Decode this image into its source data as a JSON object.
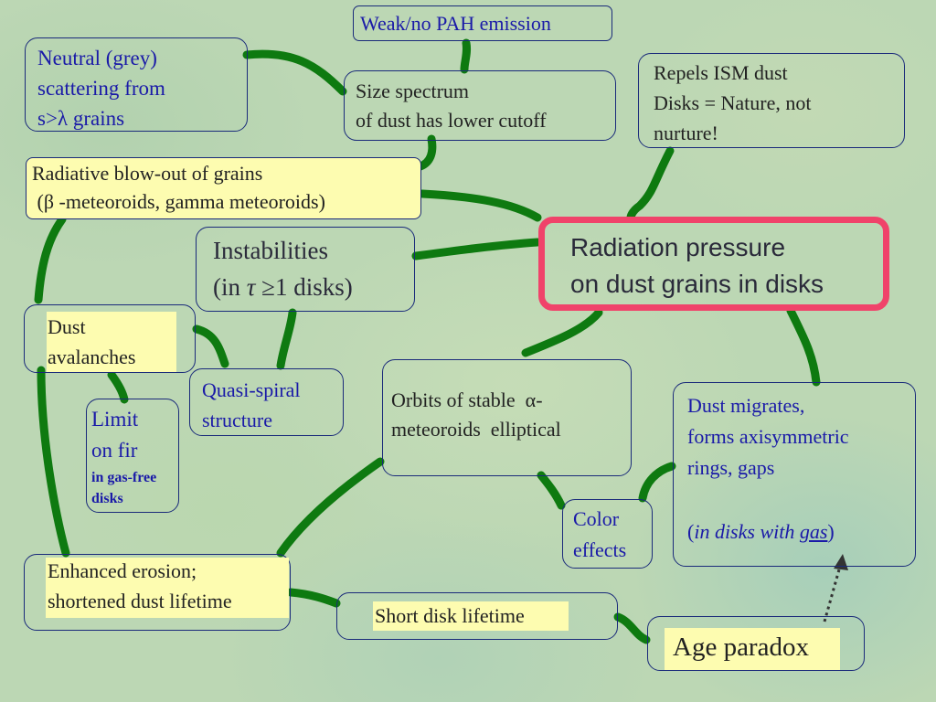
{
  "colors": {
    "connector": "#0e7a10",
    "highlight": "#fdfcb0",
    "central_border": "#f0436a",
    "node_border": "#1a2a7a",
    "text_blue": "#1a1aa8"
  },
  "nodes": {
    "weak_pah": "Weak/no PAH emission",
    "neutral": [
      "Neutral  (grey)",
      "scattering from",
      "s>λ grains"
    ],
    "size_spectrum": [
      "Size spectrum",
      "of dust has lower cutoff"
    ],
    "repels": [
      "Repels ISM dust",
      "Disks = Nature, not",
      "nurture!"
    ],
    "blowout": [
      "Radiative blow-out of grains",
      " (β -meteoroids, gamma meteoroids)"
    ],
    "instabilities": {
      "line1": "Instabilities",
      "line2_pre": "(in ",
      "tau": "τ",
      "ge": "≥",
      "one": "1",
      "line2_post": " disks)"
    },
    "central": [
      "Radiation pressure",
      "on dust grains in disks"
    ],
    "avalanches": [
      "Dust",
      "avalanches"
    ],
    "quasi_spiral": [
      "Quasi-spiral",
      "structure"
    ],
    "orbits": {
      "line1_pre": "Orbits of stable  ",
      "alpha": "α",
      "line1_post": "-",
      "line2": "meteoroids  elliptical"
    },
    "limit": [
      "Limit",
      "on fir",
      "in gas-free",
      "disks"
    ],
    "migrates": {
      "lines": [
        "Dust migrates,",
        "forms axisymmetric",
        "rings, gaps"
      ],
      "paren_open": "(",
      "in_disks_with": "in disks with ",
      "gas": "gas",
      "paren_close": ")"
    },
    "color_effects": [
      "Color",
      "effects"
    ],
    "erosion": [
      "Enhanced erosion;",
      "shortened dust lifetime"
    ],
    "short_lifetime": "Short disk lifetime",
    "age_paradox": "Age paradox"
  }
}
